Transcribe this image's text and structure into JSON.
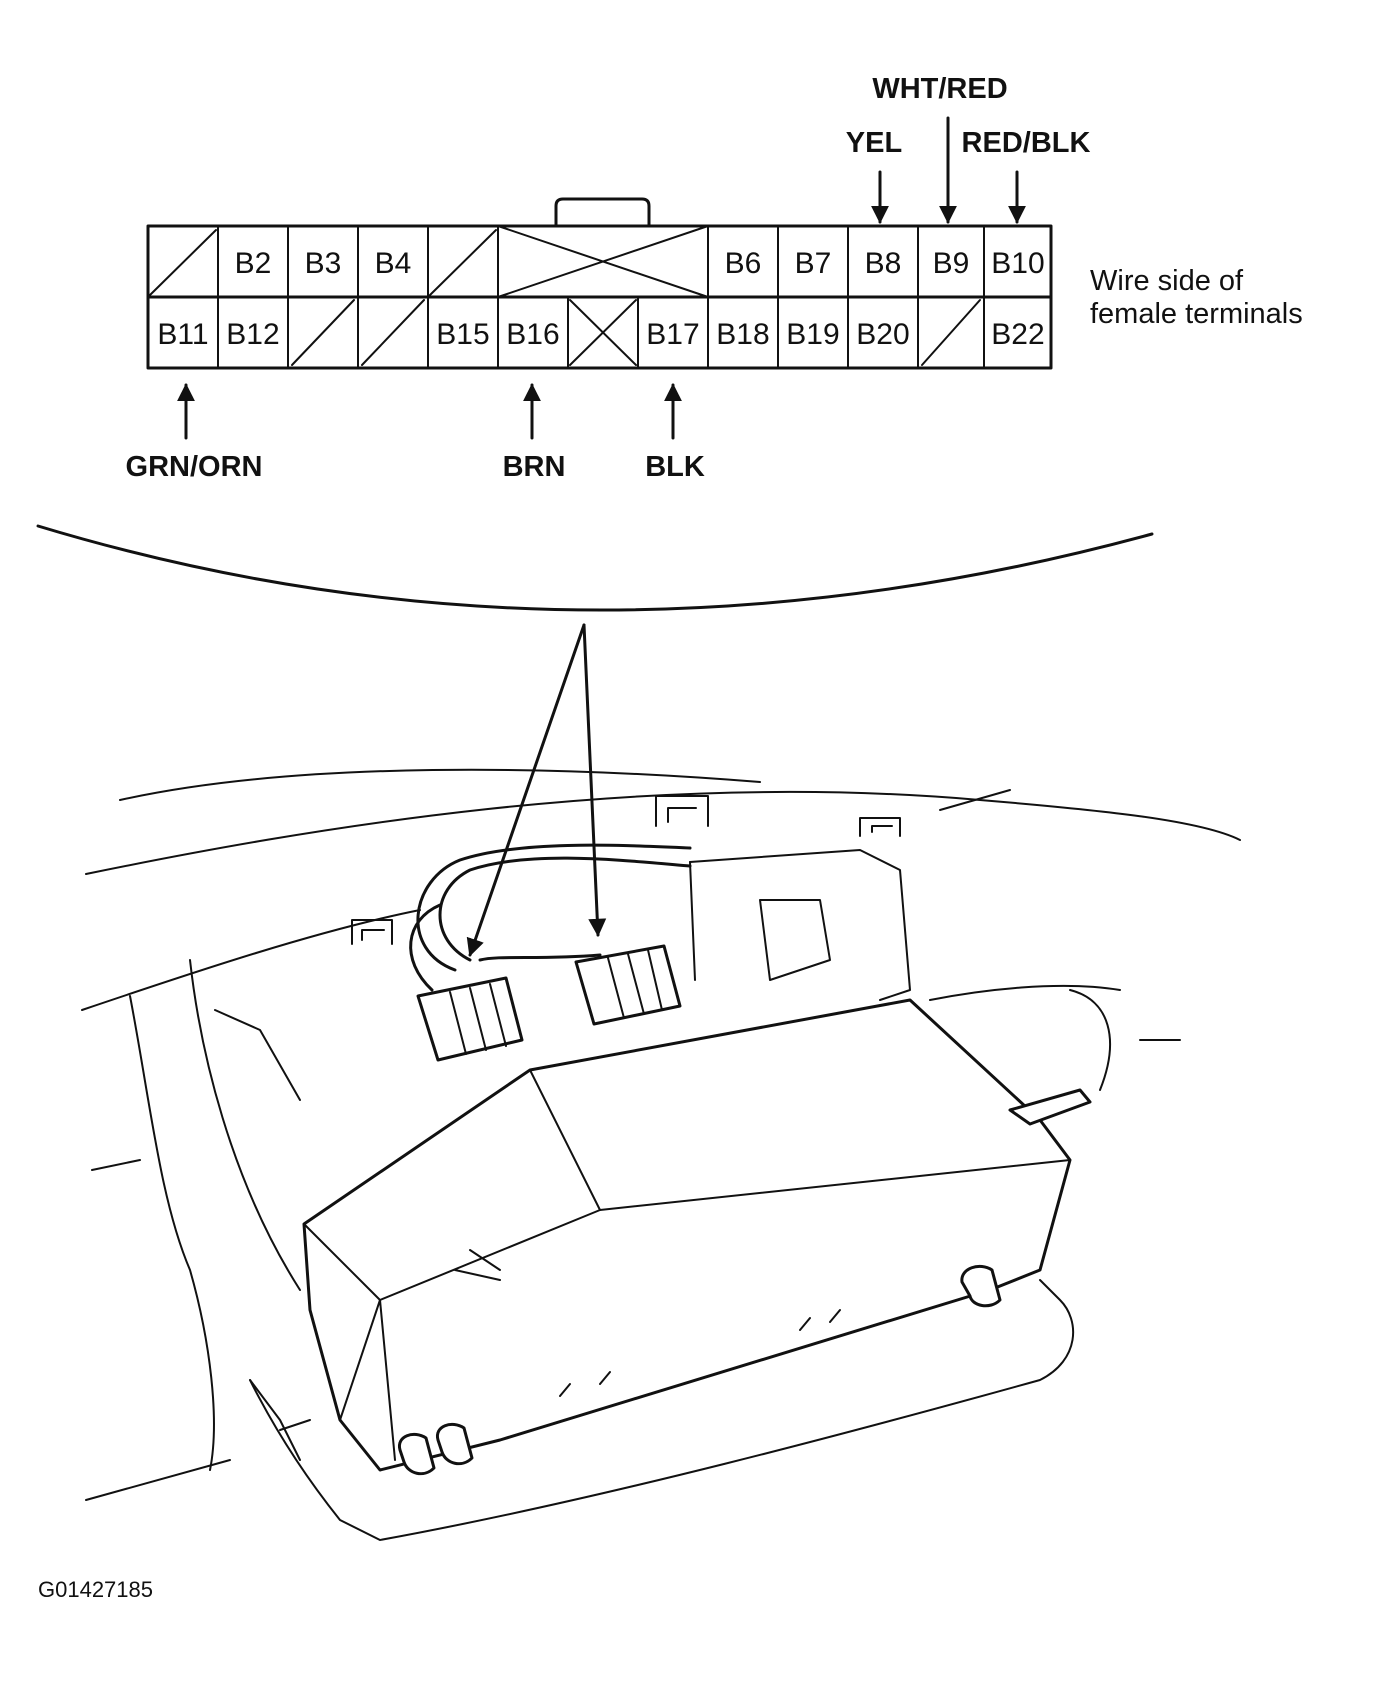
{
  "connector": {
    "top_row": [
      "",
      "B2",
      "B3",
      "B4",
      "",
      "",
      "",
      "B6",
      "B7",
      "B8",
      "B9",
      "B10"
    ],
    "bottom_row": [
      "B11",
      "B12",
      "",
      "",
      "B15",
      "B16",
      "",
      "B17",
      "B18",
      "B19",
      "B20",
      "",
      "B22"
    ],
    "side_note_line1": "Wire side of",
    "side_note_line2": "female terminals"
  },
  "wire_labels": {
    "b8": "YEL",
    "b9": "WHT/RED",
    "b10": "RED/BLK",
    "b11": "GRN/ORN",
    "b16": "BRN",
    "b17": "BLK"
  },
  "figure_id": "G01427185"
}
